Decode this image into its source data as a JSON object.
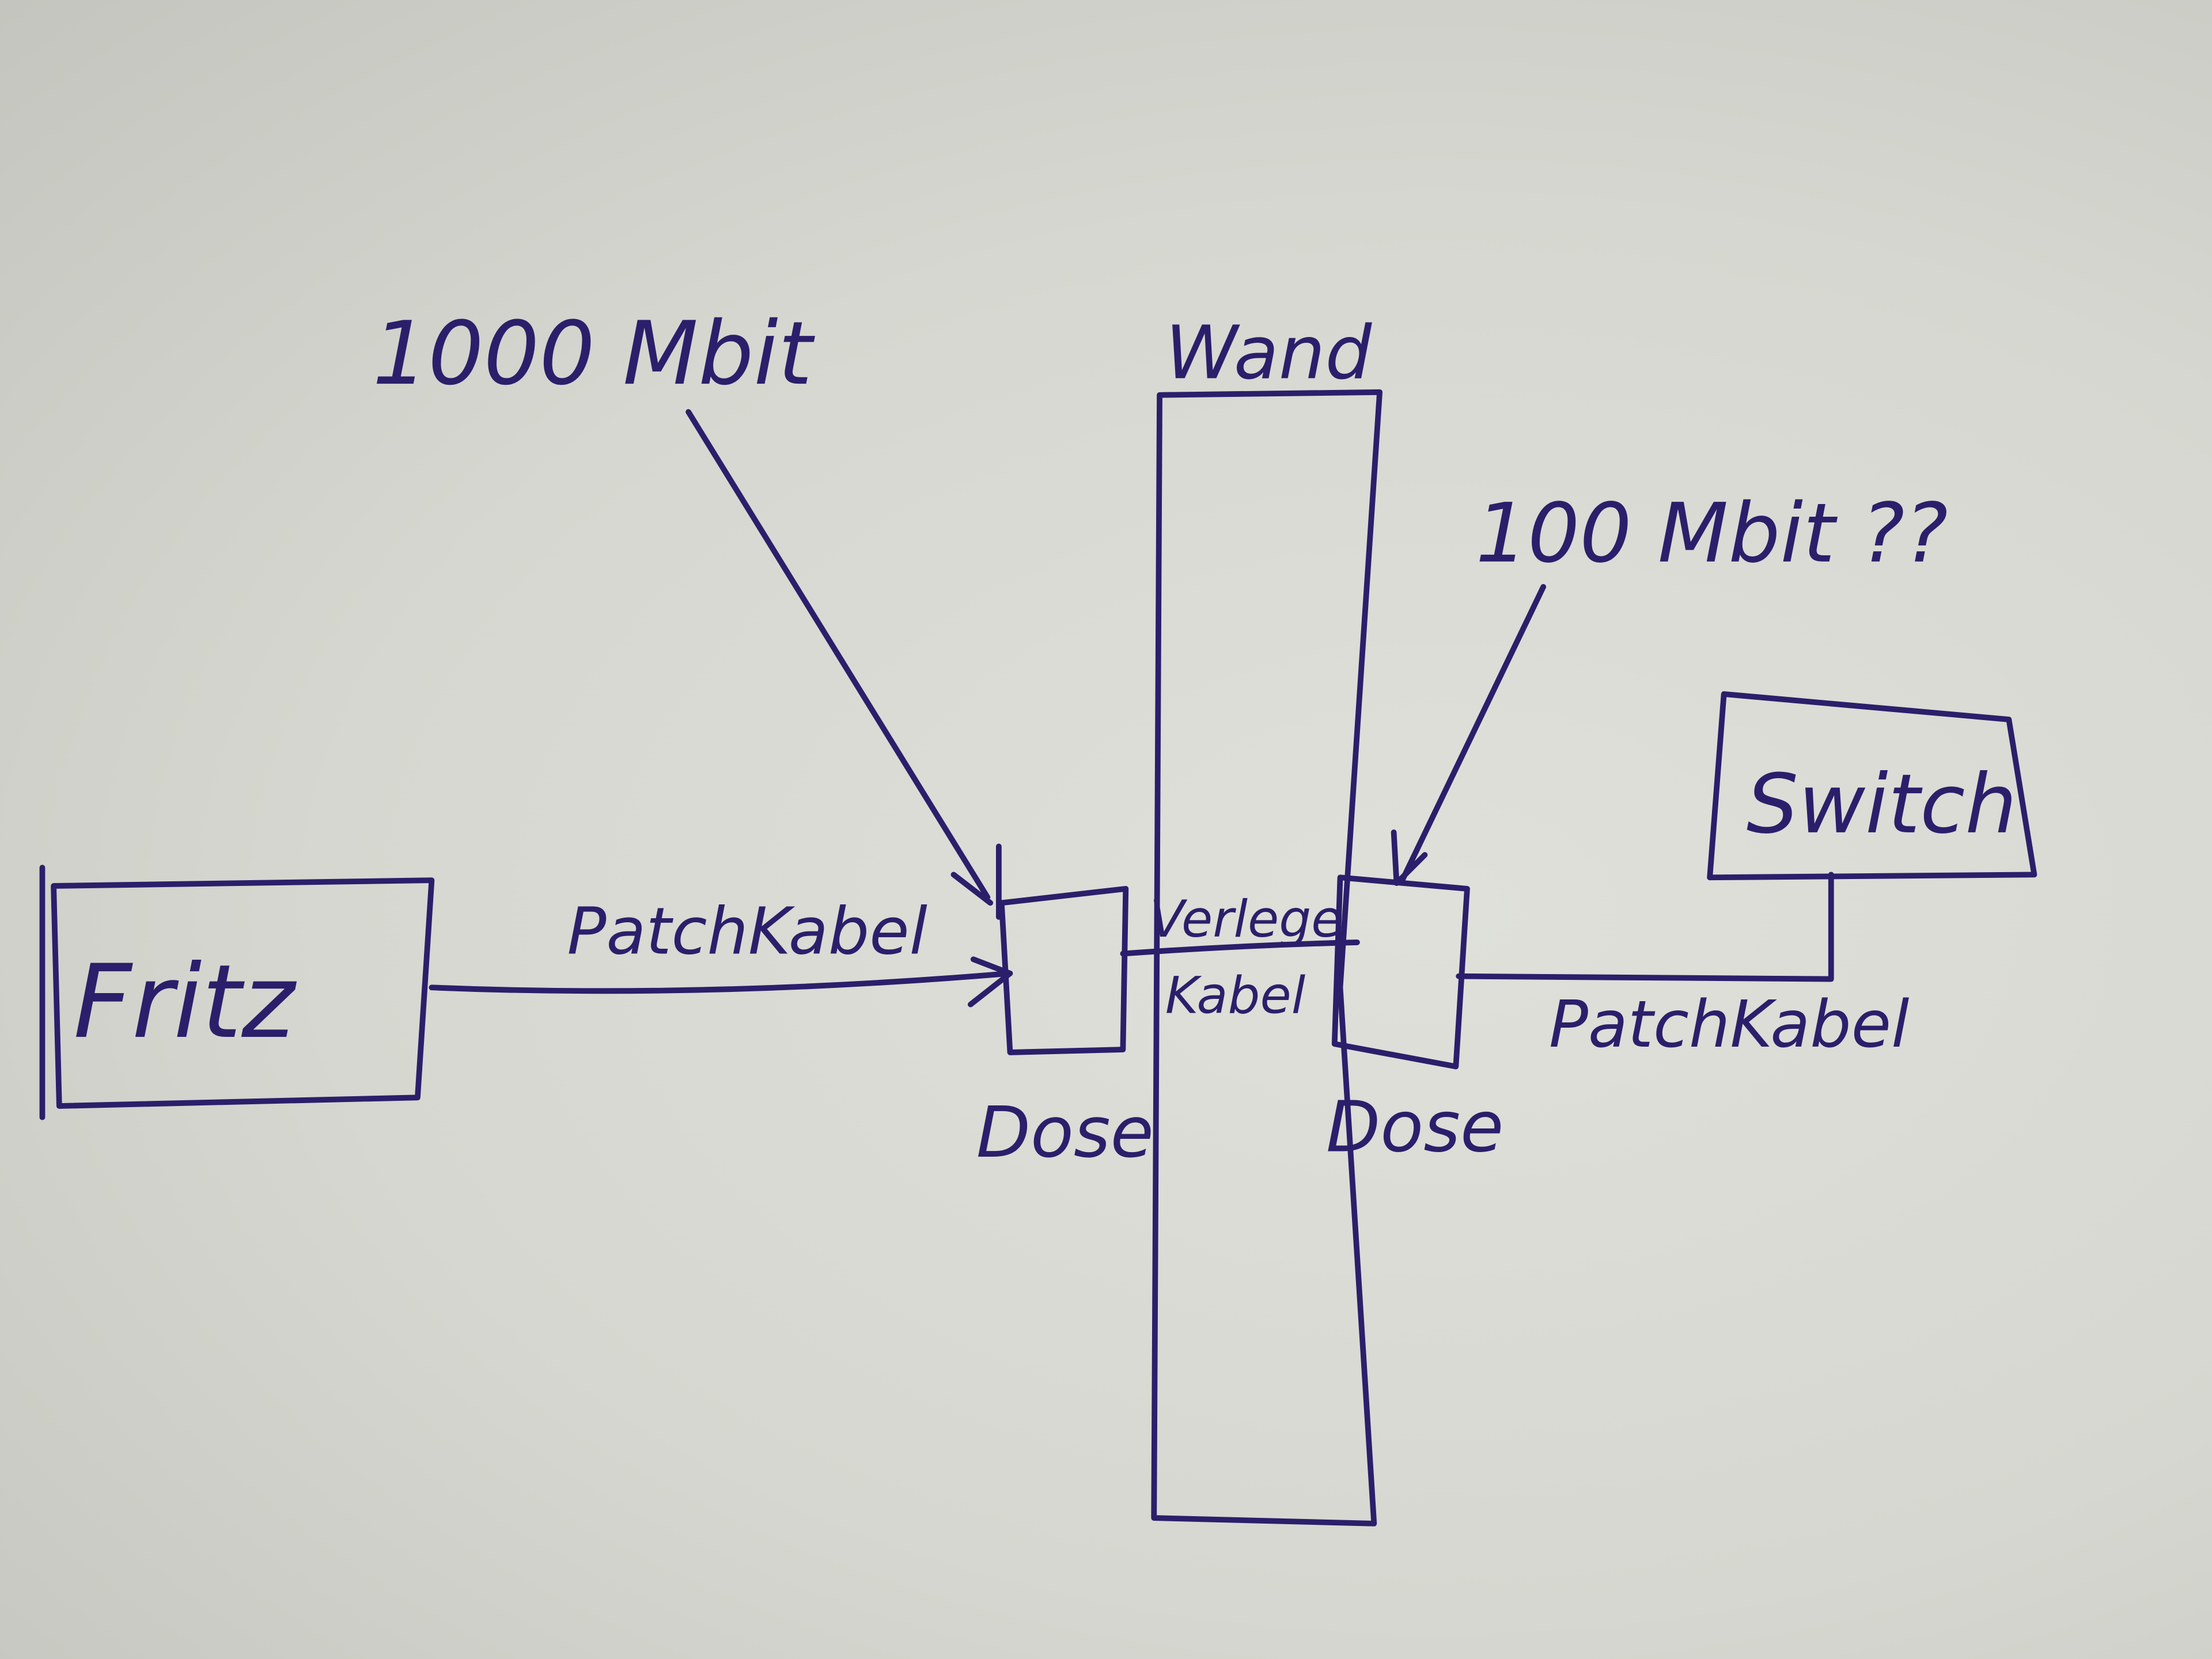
{
  "diagram": {
    "nodes": {
      "fritz": "Fritz",
      "switch": "Switch",
      "wall": "Wand",
      "socket_left": "Dose",
      "socket_right": "Dose"
    },
    "edges": {
      "patch_left": "PatchKabel",
      "installed_cable_line1": "Verlege",
      "installed_cable_line2": "Kabel",
      "patch_right": "PatchKabel"
    },
    "annotations": {
      "speed_left": "1000 Mbit",
      "speed_right": "100 Mbit ??"
    },
    "ink_color": "#2b1f6b",
    "paper_color": "#d6d7d0"
  }
}
